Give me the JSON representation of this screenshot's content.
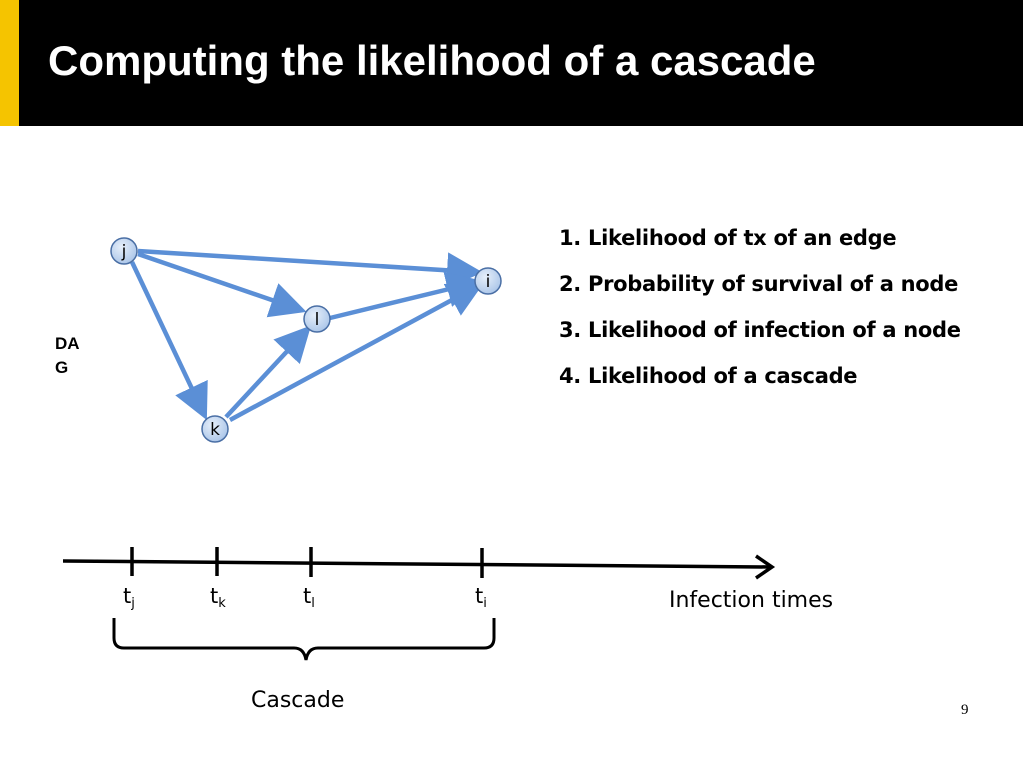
{
  "slide": {
    "title": "Computing the likelihood of a cascade",
    "page_number": "9"
  },
  "diagram": {
    "side_label": "DA G",
    "side_label_lines": [
      "DA",
      "G"
    ],
    "nodes": [
      {
        "id": "j",
        "label": "j"
      },
      {
        "id": "i",
        "label": "i"
      },
      {
        "id": "l",
        "label": "l"
      },
      {
        "id": "k",
        "label": "k"
      }
    ],
    "edges": [
      {
        "from": "j",
        "to": "i"
      },
      {
        "from": "j",
        "to": "l"
      },
      {
        "from": "j",
        "to": "k"
      },
      {
        "from": "k",
        "to": "l"
      },
      {
        "from": "k",
        "to": "i"
      },
      {
        "from": "l",
        "to": "i"
      }
    ],
    "colors": {
      "edge": "#5b8fd6",
      "node_fill": "#c9dbf2",
      "node_stroke": "#4a6fa5"
    }
  },
  "list": {
    "items": [
      "1. Likelihood of tx of an edge",
      "2. Probability of survival of a node",
      "3. Likelihood of infection of a node",
      "4. Likelihood of a cascade"
    ]
  },
  "timeline": {
    "ticks": [
      {
        "base": "t",
        "sub": "j"
      },
      {
        "base": "t",
        "sub": "k"
      },
      {
        "base": "t",
        "sub": "l"
      },
      {
        "base": "t",
        "sub": "i"
      }
    ],
    "axis_label": "Infection times",
    "brace_label": "Cascade"
  }
}
